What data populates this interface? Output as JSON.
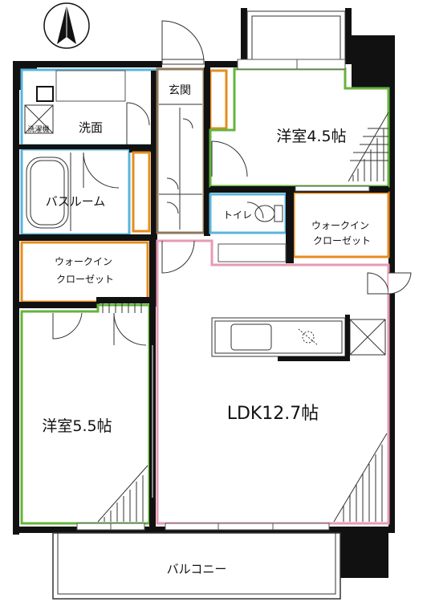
{
  "rooms": {
    "genkan": "玄関",
    "senmen": "洗面",
    "sentakuki": "洗濯機",
    "bathroom": "バスルーム",
    "youshitsu_a": "洋室4.5帖",
    "toilet": "トイレ",
    "walkin_a_line1": "ウォークイン",
    "walkin_a_line2": "クローゼット",
    "walkin_b_line1": "ウォークイン",
    "walkin_b_line2": "クローゼット",
    "youshitsu_b": "洋室5.5帖",
    "ldk": "LDK12.7帖",
    "balcony": "バルコニー"
  },
  "colors": {
    "wall": "#111111",
    "washroom_blue": "#5ab4dc",
    "bedroom_green": "#64b43c",
    "closet_orange": "#e68c1e",
    "ldk_pink": "#e69bb4",
    "hall_brown": "#8c785a"
  },
  "icons": [
    "north-arrow-icon",
    "washing-machine-icon",
    "bathtub-icon",
    "toilet-icon",
    "kitchen-sink-icon",
    "stove-icon",
    "range-hood-icon"
  ]
}
